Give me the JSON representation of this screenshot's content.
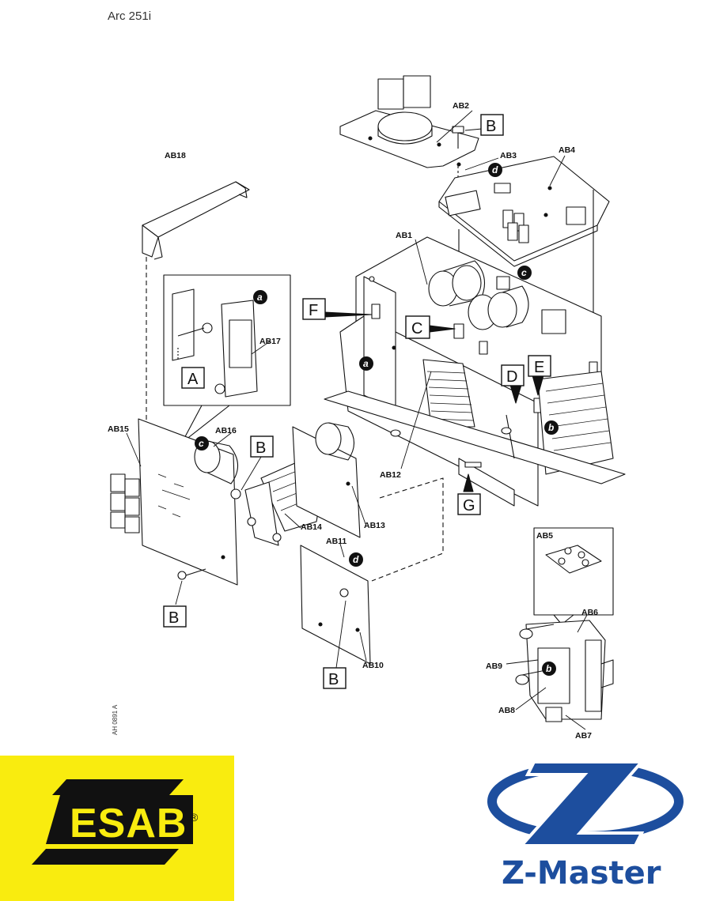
{
  "header": {
    "title": "Arc 251i"
  },
  "side_code": "AH 0891 A",
  "part_labels": {
    "ab1": "AB1",
    "ab2": "AB2",
    "ab3": "AB3",
    "ab4": "AB4",
    "ab5": "AB5",
    "ab6": "AB6",
    "ab7": "AB7",
    "ab8": "AB8",
    "ab9": "AB9",
    "ab10": "AB10",
    "ab11": "AB11",
    "ab12": "AB12",
    "ab13": "AB13",
    "ab14": "AB14",
    "ab15": "AB15",
    "ab16": "AB16",
    "ab17": "AB17",
    "ab18": "AB18"
  },
  "box_labels": {
    "a": "A",
    "b": "B",
    "c": "C",
    "d": "D",
    "e": "E",
    "f": "F",
    "g": "G"
  },
  "circle_labels": {
    "a": "a",
    "b": "b",
    "c": "c",
    "d": "d"
  },
  "logos": {
    "esab_text": "ESAB",
    "esab_reg": "®",
    "zmaster_text": "Z-Master",
    "esab_color": "#f9ec0f",
    "zmaster_color": "#1d4e9e"
  }
}
